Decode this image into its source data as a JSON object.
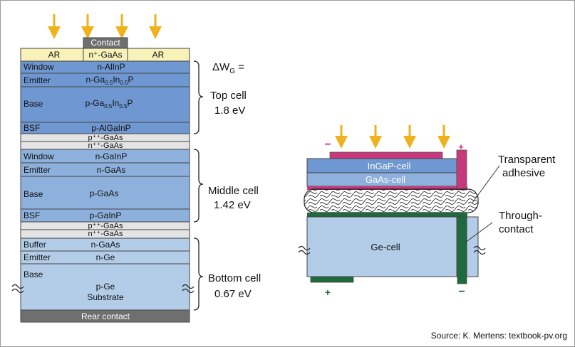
{
  "colors": {
    "top_cell": "#6f97d1",
    "middle_cell": "#8eb0dc",
    "bottom_cell": "#b3cde8",
    "tunnel": "#e4e4e4",
    "ar": "#f8f1b8",
    "contact": "#6f6f6f",
    "arrow": "#f0b21c",
    "magenta": "#c8397b",
    "green": "#1e6a3c"
  },
  "stack": {
    "contact": "Contact",
    "ar_left": "AR",
    "ar_center": "n⁺-GaAs",
    "ar_right": "AR",
    "rear_contact": "Rear contact",
    "layers": {
      "top_window_l": "Window",
      "top_window_r": "n-AlInP",
      "top_emitter_l": "Emitter",
      "top_emitter_r": "n-Ga0.5In0.5P",
      "top_base_l": "Base",
      "top_base_r": "p-Ga0.5In0.5P",
      "top_bsf_l": "BSF",
      "top_bsf_r": "p-AlGaInP",
      "tunnel1_a": "p⁺⁺-GaAs",
      "tunnel1_b": "n⁺⁺-GaAs",
      "mid_window_l": "Window",
      "mid_window_r": "n-GaInP",
      "mid_emitter_l": "Emitter",
      "mid_emitter_r": "n-GaAs",
      "mid_base_l": "Base",
      "mid_base_r": "p-GaAs",
      "mid_bsf_l": "BSF",
      "mid_bsf_r": "p-GaInP",
      "tunnel2_a": "p⁺⁺-GaAs",
      "tunnel2_b": "n⁺⁺-GaAs",
      "buffer_l": "Buffer",
      "buffer_r": "n-GaAs",
      "bot_emitter_l": "Emitter",
      "bot_emitter_r": "n-Ge",
      "bot_base_l": "Base",
      "bot_base_r1": "p-Ge",
      "bot_base_r2": "Substrate"
    }
  },
  "braces": {
    "delta_wg": "ΔWG =",
    "top_name": "Top cell",
    "top_ev": "1.8 eV",
    "mid_name": "Middle cell",
    "mid_ev": "1.42 eV",
    "bot_name": "Bottom cell",
    "bot_ev": "0.67 eV"
  },
  "right_diagram": {
    "ingap": "InGaP-cell",
    "gaas": "GaAs-cell",
    "ge": "Ge-cell",
    "minus_top": "−",
    "plus_top": "+",
    "plus_bottom": "+",
    "minus_bottom": "−",
    "transparent": "Transparent",
    "adhesive": "adhesive",
    "through": "Through-",
    "contact": "contact"
  },
  "source": "Source: K. Mertens: textbook-pv.org"
}
